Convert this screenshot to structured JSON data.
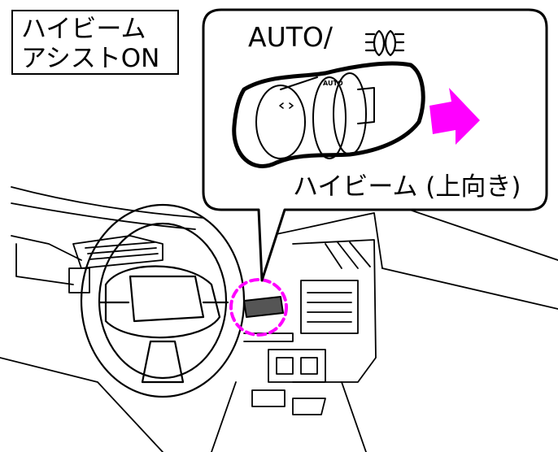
{
  "title_box": {
    "line1": "ハイビーム",
    "line2": "アシストON"
  },
  "callout": {
    "auto_label": "AUTO/",
    "headlight_icon": "auto-headlight-icon",
    "high_beam_label": "ハイビーム (上向き)",
    "stalk_auto_text": "AUTO"
  },
  "colors": {
    "highlight": "#ff00ff",
    "line": "#000000"
  }
}
